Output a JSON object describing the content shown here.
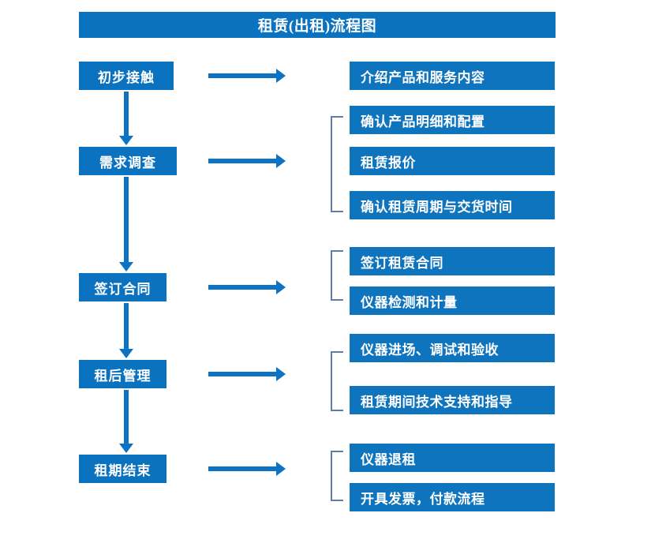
{
  "title": "租赁(出租)流程图",
  "theme": {
    "box_blue": "#0b72c0",
    "detail_blue": "#0f74be",
    "arrow_blue": "#0b72c4",
    "bracket_gray_blue": "#5b7fa8",
    "text_white": "#ffffff",
    "background": "#ffffff"
  },
  "stages": [
    {
      "label": "初步接触"
    },
    {
      "label": "需求调查"
    },
    {
      "label": "签订合同"
    },
    {
      "label": "租后管理"
    },
    {
      "label": "租期结束"
    }
  ],
  "details": [
    {
      "label": "介绍产品和服务内容"
    },
    {
      "label": "确认产品明细和配置"
    },
    {
      "label": "租赁报价"
    },
    {
      "label": "确认租赁周期与交货时间"
    },
    {
      "label": "签订租赁合同"
    },
    {
      "label": "仪器检测和计量"
    },
    {
      "label": "仪器进场、调试和验收"
    },
    {
      "label": "租赁期间技术支持和指导"
    },
    {
      "label": "仪器退租"
    },
    {
      "label": "开具发票，付款流程"
    }
  ],
  "connectors": {
    "horizontal_arrow_count": 5,
    "vertical_arrow_count": 4,
    "bracket_count": 4
  }
}
